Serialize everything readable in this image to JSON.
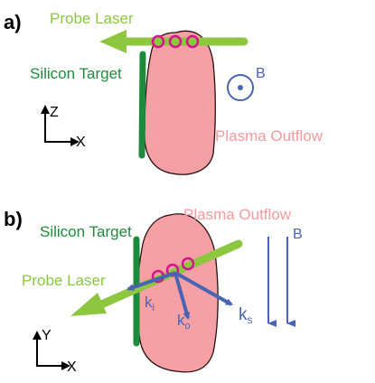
{
  "colors": {
    "laser": "#8dc63f",
    "target": "#1e8b3c",
    "plasma_fill": "#f4a0a4",
    "plasma_stroke": "#2a1010",
    "plasma_text": "#f29aa0",
    "magnetic": "#4a63b3",
    "circles": "#d4148c",
    "axes": "#000000"
  },
  "panel_a": {
    "label": "a)",
    "probe_laser": "Probe Laser",
    "silicon_target": "Silicon Target",
    "plasma_outflow": "Plasma Outflow",
    "b_field": "B",
    "axis_vertical": "Z",
    "axis_horizontal": "X"
  },
  "panel_b": {
    "label": "b)",
    "probe_laser": "Probe Laser",
    "silicon_target": "Silicon Target",
    "plasma_outflow": "Plasma Outflow",
    "b_field": "B",
    "k_i": "k",
    "k_i_sub": "i",
    "k_o": "k",
    "k_o_sub": "o",
    "k_s": "k",
    "k_s_sub": "s",
    "axis_vertical": "Y",
    "axis_horizontal": "X"
  }
}
